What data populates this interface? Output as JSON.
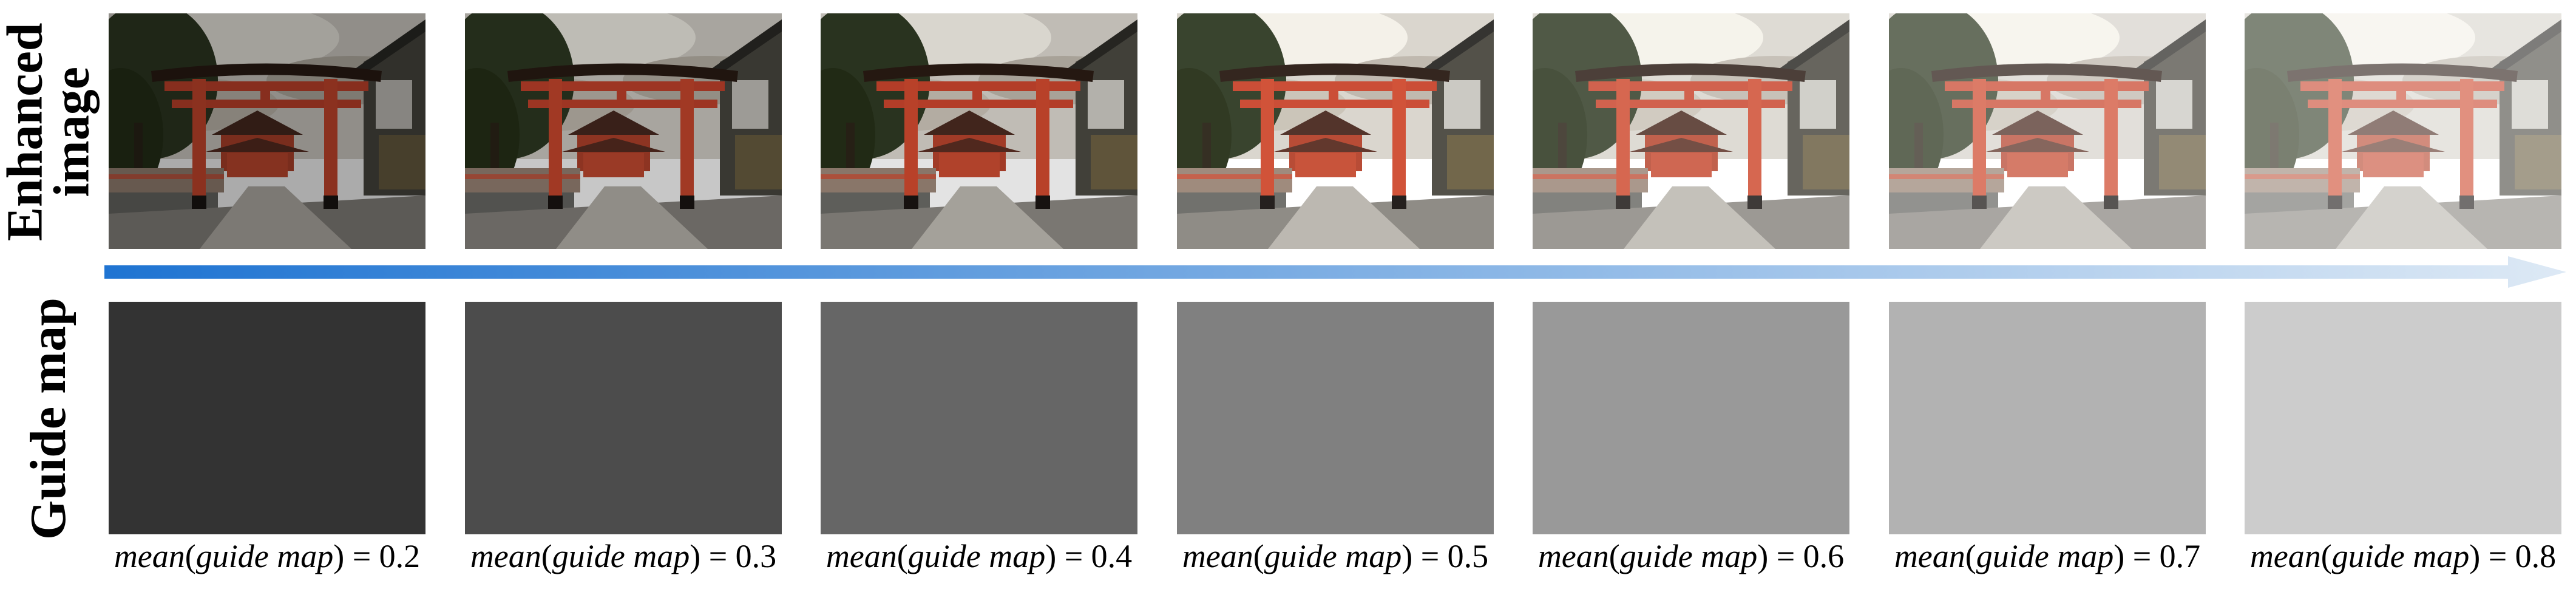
{
  "row_labels": {
    "top": "Enhanced\nimage",
    "bottom": "Guide map"
  },
  "caption_fn": "mean",
  "caption_arg": "guide map",
  "panels": [
    {
      "value": "0.2",
      "brightness": 0.2,
      "guide_color": "#333333"
    },
    {
      "value": "0.3",
      "brightness": 0.3,
      "guide_color": "#4c4c4c"
    },
    {
      "value": "0.4",
      "brightness": 0.4,
      "guide_color": "#666666"
    },
    {
      "value": "0.5",
      "brightness": 0.5,
      "guide_color": "#808080"
    },
    {
      "value": "0.6",
      "brightness": 0.6,
      "guide_color": "#999999"
    },
    {
      "value": "0.7",
      "brightness": 0.7,
      "guide_color": "#b2b2b2"
    },
    {
      "value": "0.8",
      "brightness": 0.8,
      "guide_color": "#cccccc"
    }
  ],
  "arrow": {
    "start_color": "#1f74d2",
    "end_color": "#dde9f5"
  }
}
